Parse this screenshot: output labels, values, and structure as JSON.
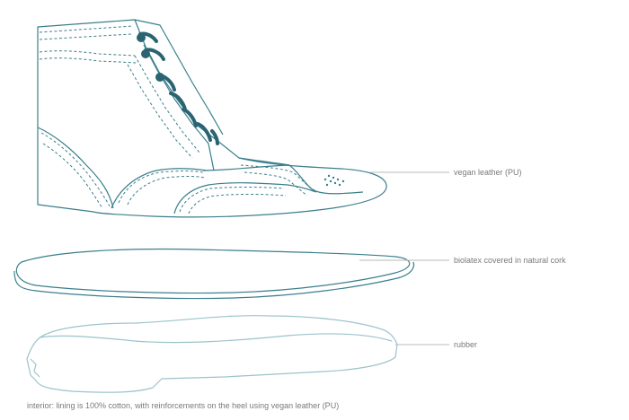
{
  "labels": {
    "upper": "vegan leather (PU)",
    "insole": "biolatex covered in natural cork",
    "outsole": "rubber"
  },
  "footnote": "interior: lining is 100% cotton, with reinforcements on the heel using vegan leather (PU)",
  "colors": {
    "outline": "#3a7f8c",
    "lace": "#2a6472",
    "leader": "#b9b9b9",
    "text": "#7a7a7a",
    "sole_outline": "#9cc3cc"
  }
}
